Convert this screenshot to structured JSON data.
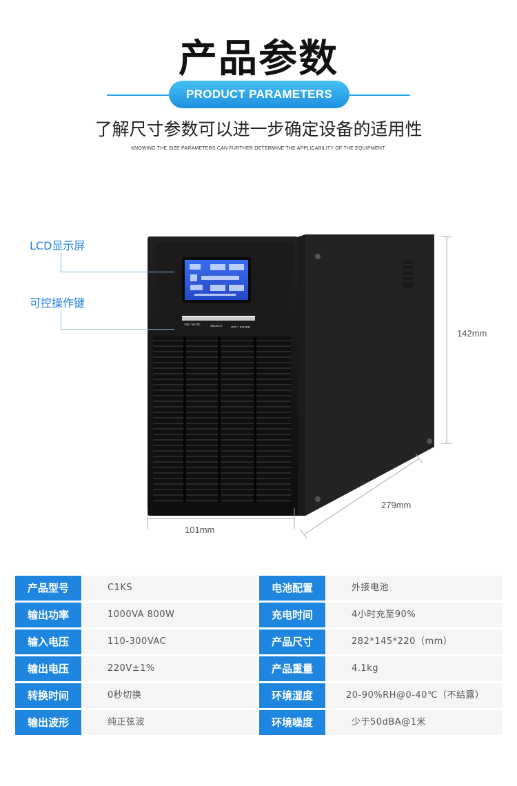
{
  "header": {
    "title": "产品参数",
    "badge": "PRODUCT PARAMETERS",
    "subtitle": "了解尺寸参数可以进一步确定设备的适用性",
    "subtitle_en": "KNOWING THE SIZE PARAMETERS CAN FURTHER DETERMINE THE APPLICABILITY OF THE EQUIPMENT."
  },
  "callouts": {
    "lcd": "LCD显示屏",
    "keys": "可控操作键"
  },
  "panel": {
    "btn1": "ON / MUTE",
    "btn2": "SELECT",
    "btn3": "OFF / ENTER"
  },
  "dimensions": {
    "height": "142mm",
    "depth": "279mm",
    "width": "101mm"
  },
  "colors": {
    "accent": "#1e86df",
    "cell_bg": "#f5f5f5"
  },
  "specs": [
    {
      "left_key": "产品型号",
      "left_val": "C1KS",
      "right_key": "电池配置",
      "right_val": "外接电池"
    },
    {
      "left_key": "输出功率",
      "left_val": "1000VA 800W",
      "right_key": "充电时间",
      "right_val": "4小时充至90%"
    },
    {
      "left_key": "输入电压",
      "left_val": "110-300VAC",
      "right_key": "产品尺寸",
      "right_val": "282*145*220（mm）"
    },
    {
      "left_key": "输出电压",
      "left_val": "220V±1%",
      "right_key": "产品重量",
      "right_val": "4.1kg"
    },
    {
      "left_key": "转换时间",
      "left_val": "0秒切换",
      "right_key": "环境湿度",
      "right_val": "20-90%RH@0-40℃（不结露）"
    },
    {
      "left_key": "输出波形",
      "left_val": "纯正弦波",
      "right_key": "环境噪度",
      "right_val": "少于50dBA@1米"
    }
  ]
}
